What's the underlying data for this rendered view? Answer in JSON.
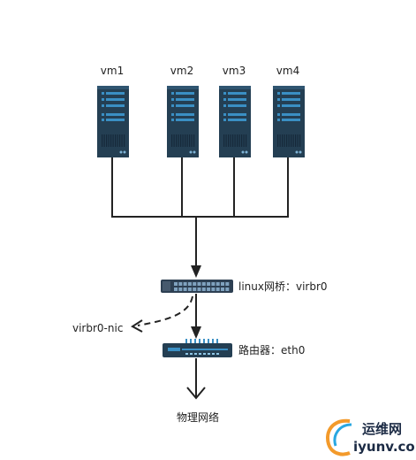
{
  "vms": [
    {
      "label": "vm1"
    },
    {
      "label": "vm2"
    },
    {
      "label": "vm3"
    },
    {
      "label": "vm4"
    }
  ],
  "bridge": {
    "label": "linux网桥：virbr0"
  },
  "nic": {
    "label": "virbr0-nic"
  },
  "router": {
    "label": "路由器：eth0"
  },
  "network": {
    "label": "物理网络"
  },
  "watermark": {
    "line1": "运维网",
    "line2": "iyunv.com"
  },
  "colors": {
    "server_body": "#243f53",
    "server_panel": "#3a8fc4",
    "line": "#222222",
    "watermark_orange": "#f39a2b",
    "watermark_blue": "#29a7e1"
  }
}
